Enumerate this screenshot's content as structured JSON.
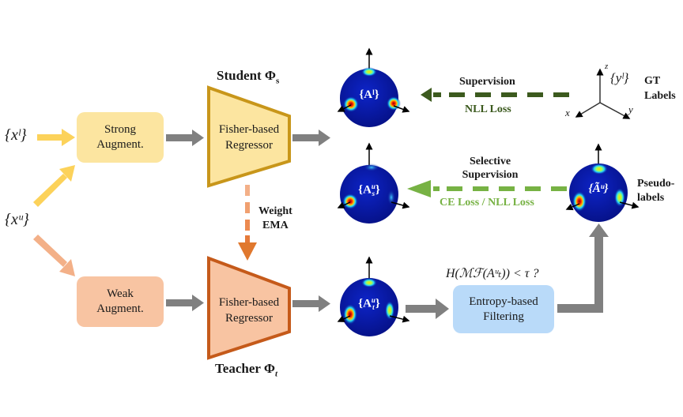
{
  "inputs": {
    "labeled": "{xˡ}",
    "unlabeled": "{xᵘ}"
  },
  "boxes": {
    "strong_augment": [
      "Strong",
      "Augment."
    ],
    "weak_augment": [
      "Weak",
      "Augment."
    ],
    "entropy_filter": [
      "Entropy-based",
      "Filtering"
    ]
  },
  "student": {
    "title": "Student Φ",
    "subscript": "s",
    "regressor": [
      "Fisher-based",
      "Regressor"
    ]
  },
  "teacher": {
    "title": "Teacher Φ",
    "subscript": "t",
    "regressor": [
      "Fisher-based",
      "Regressor"
    ]
  },
  "ema": [
    "Weight",
    "EMA"
  ],
  "spheres": {
    "labeled_pred": "{Aˡ}",
    "student_unlabeled": "{A",
    "student_unlabeled_sup": "u",
    "student_unlabeled_sub": "s",
    "teacher_unlabeled": "{A",
    "teacher_unlabeled_sup": "u",
    "teacher_unlabeled_sub": "t",
    "pseudo": "{Ãᵘ}"
  },
  "supervision": {
    "title": "Supervision",
    "loss": "NLL Loss"
  },
  "selective_supervision": {
    "title": [
      "Selective",
      "Supervision"
    ],
    "loss": "CE Loss / NLL Loss"
  },
  "gt": {
    "set": "{yˡ}",
    "label": [
      "GT",
      "Labels"
    ],
    "axes": [
      "x",
      "y",
      "z"
    ]
  },
  "pseudo_labels": [
    "Pseudo-",
    "labels"
  ],
  "entropy_condition": "H(ℳℱ(Aᵘₜ)) < τ ?",
  "colors": {
    "strong_fill": "#fce5a0",
    "weak_fill": "#f8c4a2",
    "filter_fill": "#b9daf9",
    "student_fill": "#fce5a0",
    "student_stroke": "#c8961a",
    "teacher_fill": "#f8c4a2",
    "teacher_stroke": "#c55a1a",
    "supervision_green": "#3c5a1e",
    "selective_green": "#77b244",
    "arrow_gray": "#808080",
    "sphere_blue": "#0a1a9e"
  }
}
